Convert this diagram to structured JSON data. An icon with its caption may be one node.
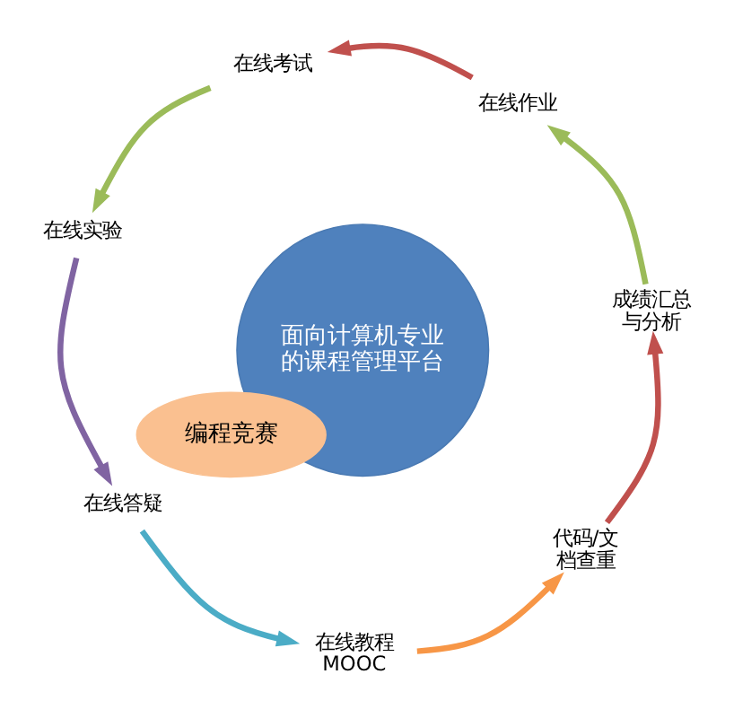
{
  "diagram": {
    "nodes": [
      {
        "text": [
          "面向计算机专业的课程管理平台"
        ]
      },
      {
        "text": [
          "编程竞赛"
        ]
      },
      {
        "text": [
          "在线作业"
        ]
      },
      {
        "text": [
          "在线考试"
        ]
      },
      {
        "text": [
          "在线实验"
        ]
      },
      {
        "text": [
          "在线答疑"
        ]
      },
      {
        "text": [
          "在线教程 MOOC"
        ]
      },
      {
        "text": [
          "代码/文档查重"
        ]
      },
      {
        "text": [
          "成绩汇总与分析"
        ]
      }
    ],
    "edges": [
      {
        "from": 8,
        "to": 2,
        "arrow": "to",
        "color": "#9bbb59"
      },
      {
        "from": 2,
        "to": 3,
        "arrow": "to",
        "color": "#c0504d"
      },
      {
        "from": 3,
        "to": 4,
        "arrow": "to",
        "color": "#9bbb59"
      },
      {
        "from": 4,
        "to": 5,
        "arrow": "to",
        "color": "#8064a2"
      },
      {
        "from": 5,
        "to": 6,
        "arrow": "to",
        "color": "#4bacc6"
      },
      {
        "from": 6,
        "to": 7,
        "arrow": "to",
        "color": "#f79646"
      },
      {
        "from": 7,
        "to": 8,
        "arrow": "to",
        "color": "#c0504d"
      }
    ]
  }
}
